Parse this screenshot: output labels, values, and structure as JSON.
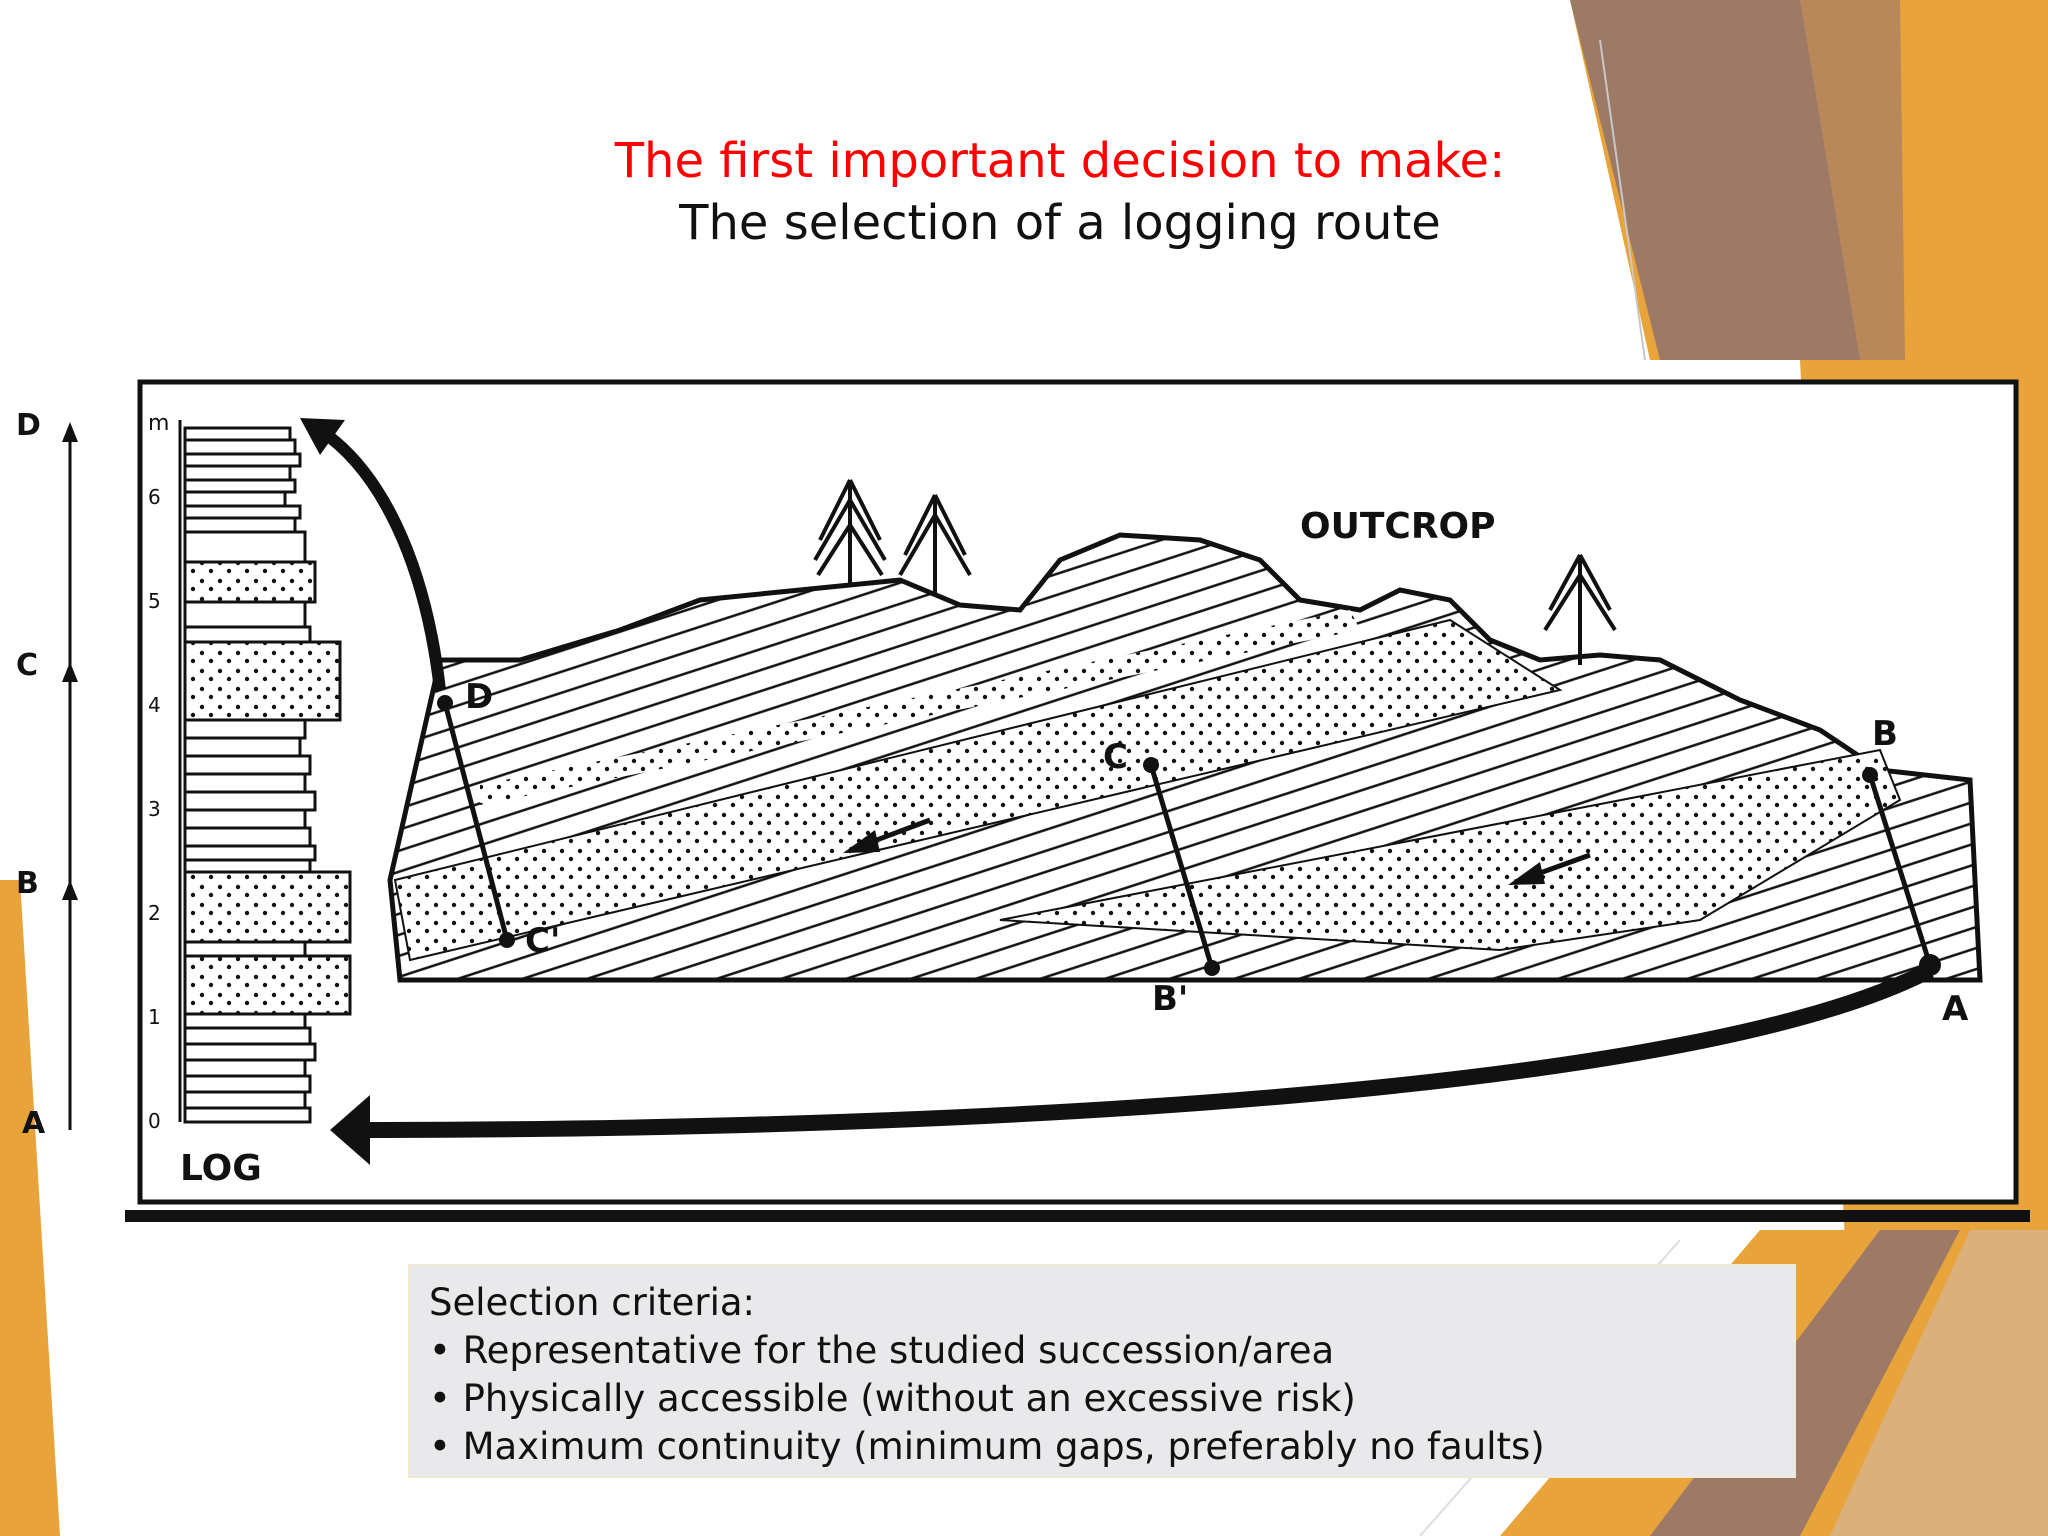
{
  "slide": {
    "title_highlight": "The first important decision to make:",
    "title_main": "The selection of a logging route"
  },
  "diagram": {
    "outcrop_label": "OUTCROP",
    "log_label": "LOG",
    "meter_label": "m",
    "scale_ticks": [
      "0",
      "1",
      "2",
      "3",
      "4",
      "5",
      "6"
    ],
    "route_points": {
      "A": "A",
      "B": "B",
      "B_prime": "B'",
      "C": "C",
      "C_prime": "C'",
      "D": "D"
    },
    "side_labels": [
      "D",
      "C",
      "B",
      "A"
    ]
  },
  "criteria": {
    "heading": "Selection criteria:",
    "items": [
      "Representative for the studied succession/area",
      "Physically accessible (without an excessive risk)",
      "Maximum continuity (minimum gaps, preferably no faults)"
    ]
  },
  "colors": {
    "title_accent": "#ff0000",
    "deco_orange": "#e8a33a",
    "deco_brown": "#9c7a66",
    "panel_bg": "#e9e9eb"
  }
}
